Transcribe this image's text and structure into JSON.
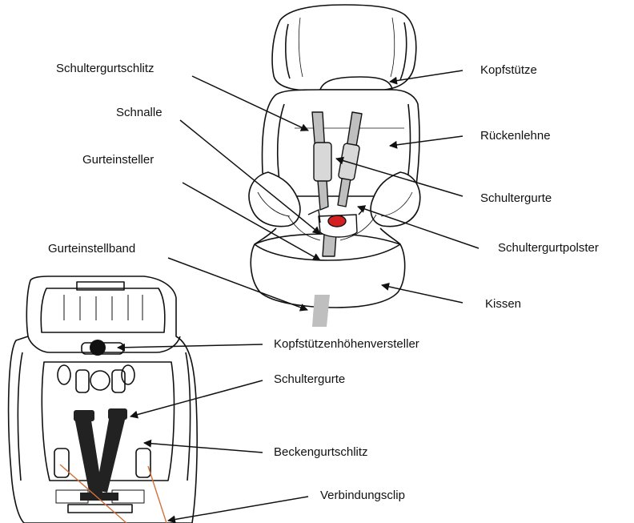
{
  "labels": {
    "schultergurtschlitz": "Schultergurtschlitz",
    "schnalle": "Schnalle",
    "gurteinsteller": "Gurteinsteller",
    "gurteinstellband": "Gurteinstellband",
    "kopfstuetze": "Kopfstütze",
    "rueckenlehne": "Rückenlehne",
    "schultergurte_front": "Schultergurte",
    "schultergurtpolster": "Schultergurtpolster",
    "kissen": "Kissen",
    "kopfstuetzenhoehenversteller": "Kopfstützenhöhenversteller",
    "schultergurte_back": "Schultergurte",
    "beckengurtschlitz": "Beckengurtschlitz",
    "verbindungsclip": "Verbindungsclip"
  },
  "colors": {
    "line": "#111111",
    "strap_gray": "#bfbfbf",
    "strap_dark": "#222222",
    "buckle_red": "#d42020",
    "clip_orange": "#d2703a"
  }
}
